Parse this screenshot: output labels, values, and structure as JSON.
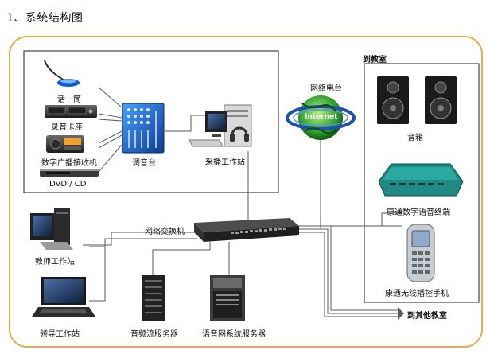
{
  "title": "1、系统结构图",
  "labels": {
    "mic": "话　筒",
    "card_recorder": "录音卡座",
    "digital_radio": "数字广播接收机",
    "dvd": "DVD / CD",
    "mixer": "调音台",
    "capture_station": "采播工作站",
    "network_radio": "网络电台",
    "internet": "Internet",
    "to_classroom": "到教室",
    "speakers": "音箱",
    "digital_terminal": "康通数字语音终端",
    "wireless_controller": "康通无线播控手机",
    "switch": "网络交换机",
    "teacher_station": "教师工作站",
    "leader_station": "领导工作站",
    "audio_server": "音频流服务器",
    "voice_server": "语音网系统服务器",
    "to_other_classrooms": "到其他教室"
  },
  "colors": {
    "outer_border": "#f0a94a",
    "box_border": "#222222",
    "wire": "#5a5a5a",
    "globe": "#1d8a2a",
    "ring": "#1f4fb3",
    "terminal": "#1f8a83"
  }
}
